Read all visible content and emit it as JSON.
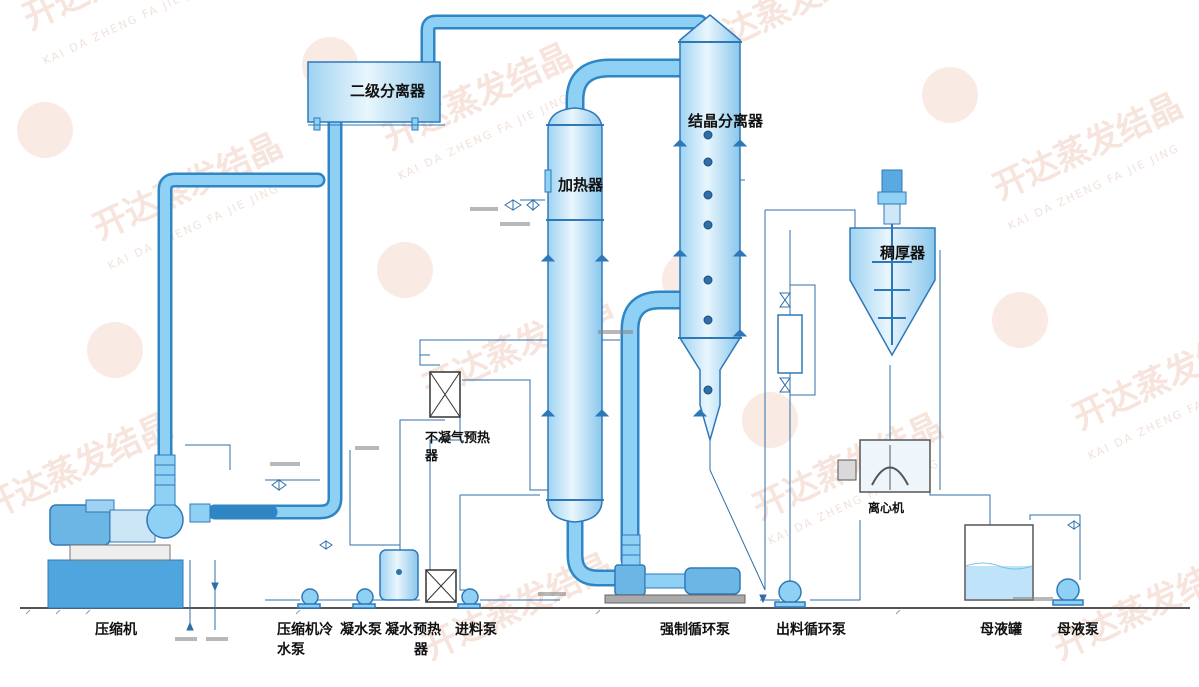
{
  "labels": {
    "secondary_separator": "二级分离器",
    "heater": "加热器",
    "crystal_separator": "结晶分离器",
    "thickener": "稠厚器",
    "noncondensable_preheater_1": "不凝气预热",
    "noncondensable_preheater_2": "器",
    "centrifuge": "离心机",
    "compressor": "压缩机",
    "compressor_cooling_pump_1": "压缩机冷",
    "compressor_cooling_pump_2": "水泵",
    "condensate_pump": "凝水泵",
    "condensate_preheater_1": "凝水预热",
    "condensate_preheater_2": "器",
    "feed_pump": "进料泵",
    "forced_circulation_pump": "强制循环泵",
    "discharge_circulation_pump": "出料循环泵",
    "mother_liquor_tank": "母液罐",
    "mother_liquor_pump": "母液泵"
  },
  "watermark": {
    "text": "开达蒸发结晶",
    "pinyin": "KAI DA ZHENG FA JIE JING"
  },
  "colors": {
    "pipe": "#59b4e8",
    "pipe_edge": "#2f86c4",
    "vessel_fill": "#d6eefb",
    "vessel_edge": "#2f78b8",
    "ground": "#6a6a6a",
    "watermark": "#f3d9cf"
  }
}
